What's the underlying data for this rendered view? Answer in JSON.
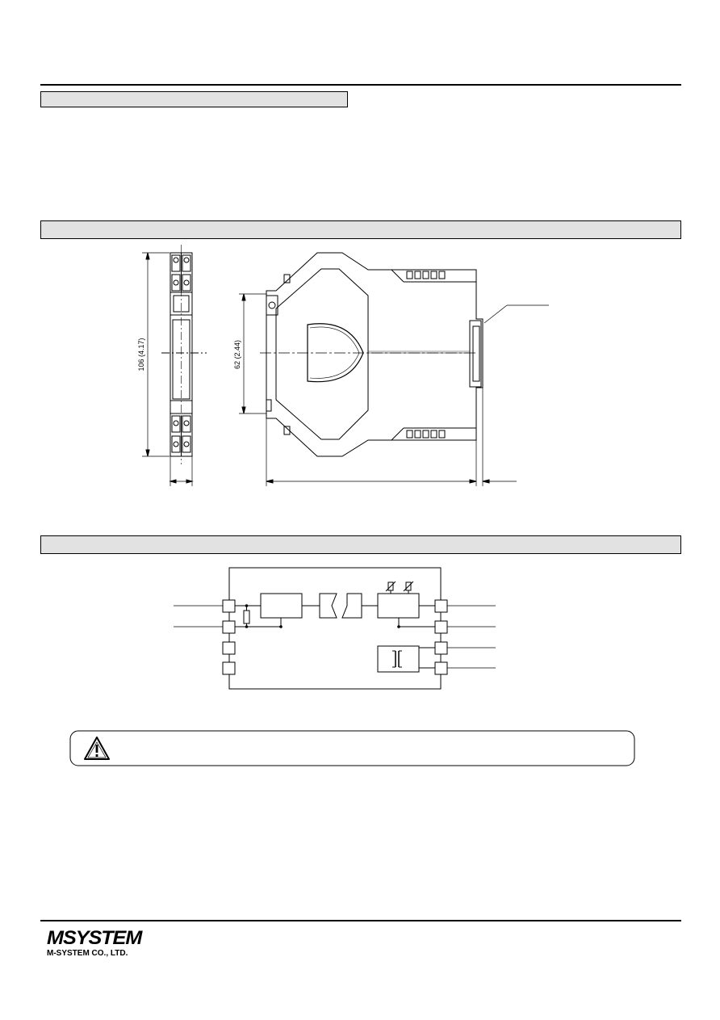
{
  "dimensions": {
    "height_label": "106 (4.17)",
    "mount_label": "62 (2.44)"
  },
  "footer": {
    "logo_text": "MSYSTEM",
    "company": "M-SYSTEM CO., LTD."
  },
  "icons": {
    "warning": "warning-triangle-icon"
  }
}
